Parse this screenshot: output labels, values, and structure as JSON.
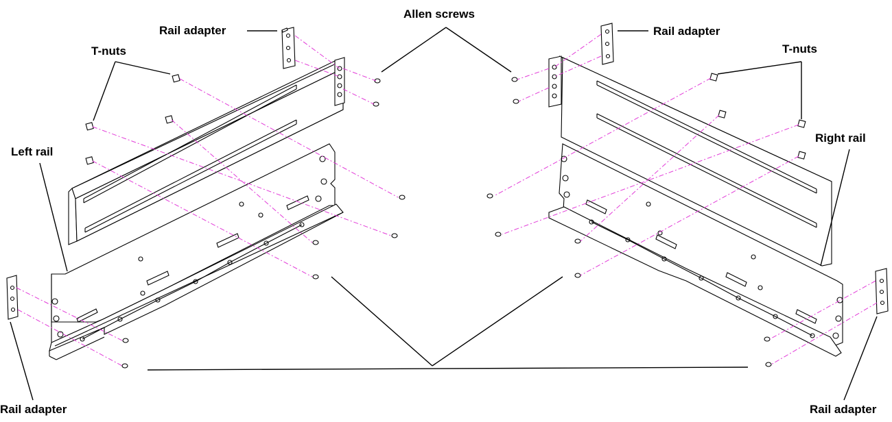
{
  "labels": {
    "rail_adapter_top_left": "Rail adapter",
    "allen_screws": "Allen screws",
    "rail_adapter_top_right": "Rail adapter",
    "t_nuts_left": "T-nuts",
    "t_nuts_right": "T-nuts",
    "left_rail": "Left rail",
    "right_rail": "Right rail",
    "rail_adapter_bottom_left": "Rail adapter",
    "rail_adapter_bottom_right": "Rail adapter"
  },
  "colors": {
    "line": "#000000",
    "alignment_guides": "#e23ad8",
    "background": "#ffffff"
  }
}
